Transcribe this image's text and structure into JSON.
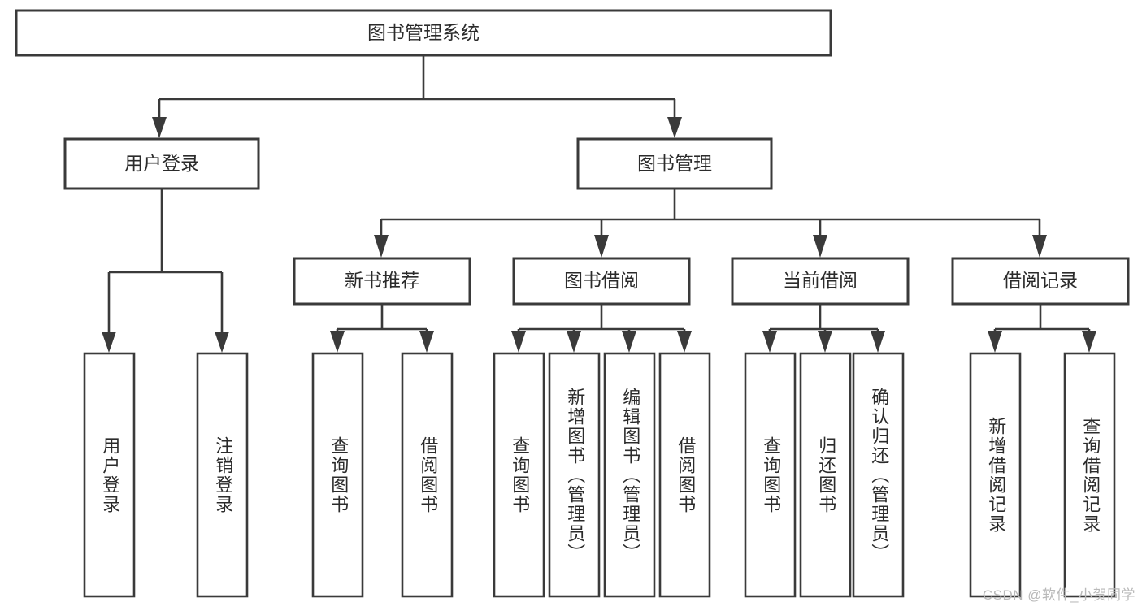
{
  "diagram": {
    "type": "tree",
    "title": "图书管理系统",
    "watermark": "CSDN @软件_小贺同学",
    "colors": {
      "stroke": "#3a3a3a",
      "fill": "#ffffff",
      "text": "#2b2b2b",
      "watermark": "#b9b9b9"
    },
    "levels": {
      "root": {
        "label": "图书管理系统"
      },
      "level2": [
        {
          "label": "用户登录"
        },
        {
          "label": "图书管理"
        }
      ],
      "level3": [
        {
          "label": "新书推荐"
        },
        {
          "label": "图书借阅"
        },
        {
          "label": "当前借阅"
        },
        {
          "label": "借阅记录"
        }
      ]
    },
    "leaves": {
      "user_login": [
        {
          "label": "用户登录"
        },
        {
          "label": "注销登录"
        }
      ],
      "new_book_recommend": [
        {
          "label": "查询图书"
        },
        {
          "label": "借阅图书"
        }
      ],
      "book_borrow": [
        {
          "label": "查询图书"
        },
        {
          "label": "新增图书（管理员）"
        },
        {
          "label": "编辑图书（管理员）"
        },
        {
          "label": "借阅图书"
        }
      ],
      "current_borrow": [
        {
          "label": "查询图书"
        },
        {
          "label": "归还图书"
        },
        {
          "label": "确认归还（管理员）"
        }
      ],
      "borrow_record": [
        {
          "label": "新增借阅记录"
        },
        {
          "label": "查询借阅记录"
        }
      ]
    }
  }
}
